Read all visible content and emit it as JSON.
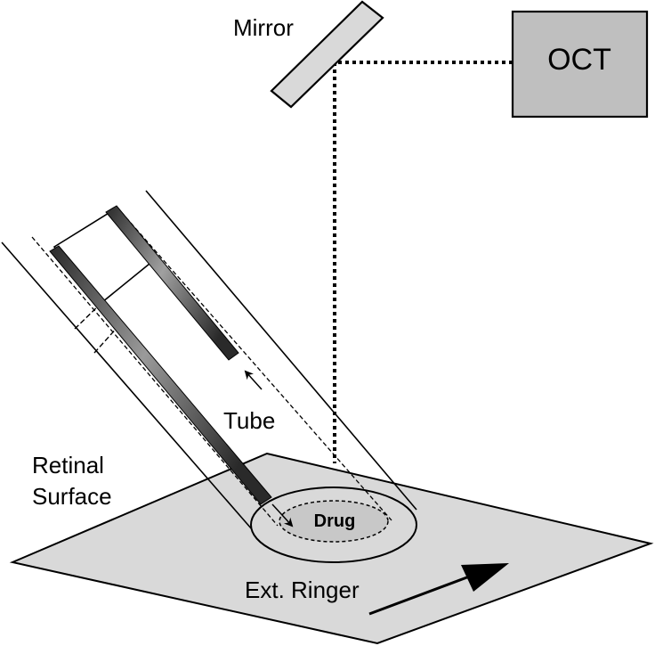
{
  "labels": {
    "mirror": "Mirror",
    "oct": "OCT",
    "tube": "Tube",
    "retinal_line1": "Retinal",
    "retinal_line2": "Surface",
    "drug": "Drug",
    "flow": "Ext. Ringer"
  },
  "colors": {
    "outline": "#000000",
    "surface_fill": "#d9d9d9",
    "oct_fill": "#bfbfbf",
    "mirror_fill": "#d9d9d9",
    "drug_fill": "#c8c8c8",
    "rod_dark": "#2a2a2a",
    "rod_light": "#9a9a9a"
  }
}
